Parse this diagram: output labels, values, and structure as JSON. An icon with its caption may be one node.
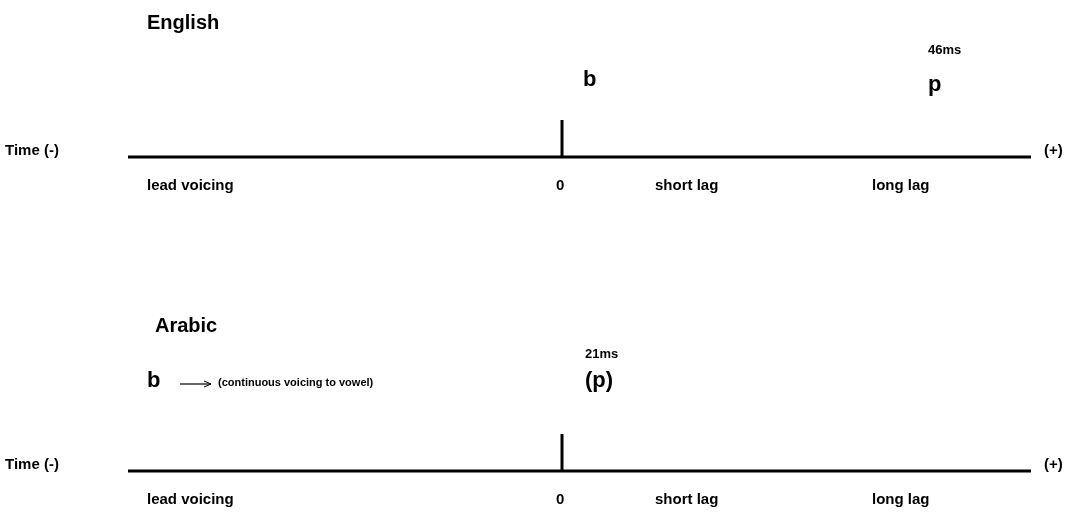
{
  "diagram": {
    "labels": [
      "English",
      "46ms",
      "b",
      "p",
      "Time (-)",
      "(+)",
      "lead voicing",
      "0",
      "short lag",
      "long lag",
      "Arabic",
      "21ms",
      "b",
      "(continuous voicing to vowel)",
      "(p)",
      "Time (-)",
      "(+)",
      "lead voicing",
      "0",
      "short lag",
      "long lag"
    ]
  }
}
